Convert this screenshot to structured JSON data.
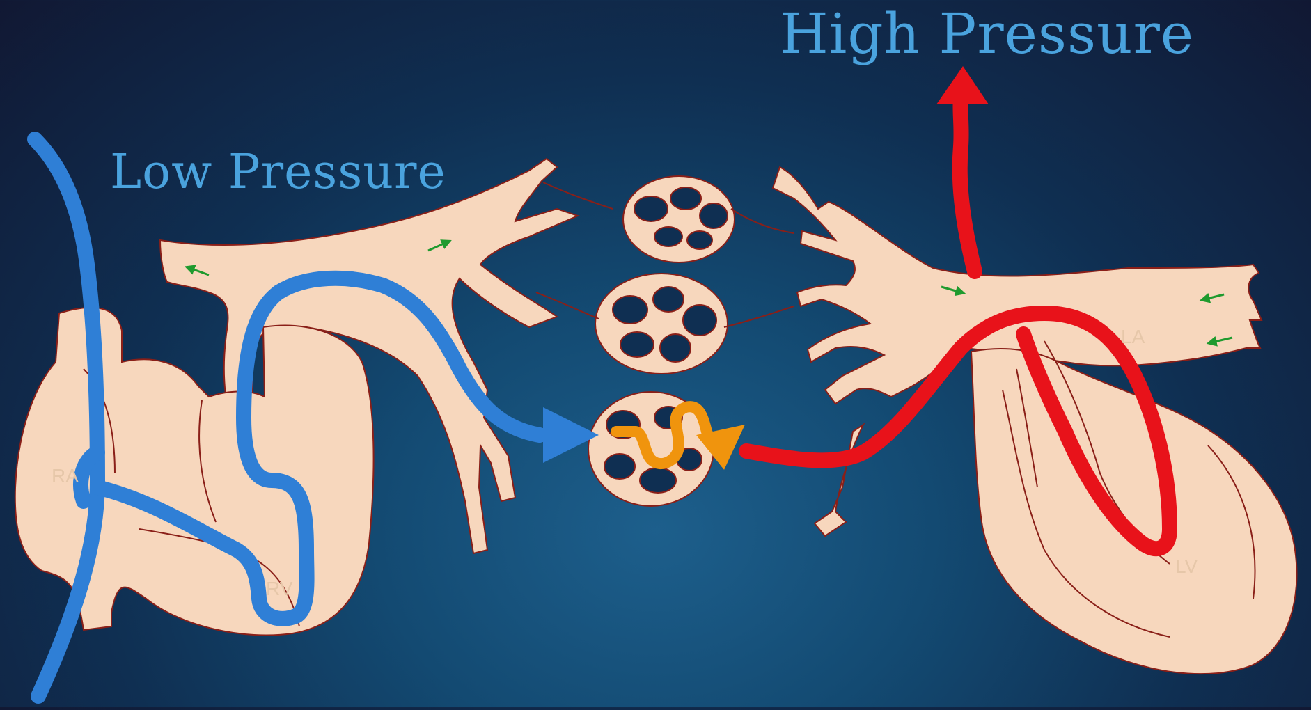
{
  "titles": {
    "high_pressure": "High Pressure",
    "low_pressure": "Low Pressure"
  },
  "chambers": {
    "ra": "RA",
    "rv": "RV",
    "la": "LA",
    "lv": "LV"
  },
  "colors": {
    "background_dark": "#111833",
    "background_light": "#1d5f8c",
    "tissue": "#f7d7bd",
    "tissue_outline": "#8a1f18",
    "deoxygenated_flow": "#2f7fd6",
    "oxygenated_flow": "#e8121a",
    "gas_exchange": "#f0940d",
    "small_arrows": "#1f9a2e",
    "title_text": "#4aa3de"
  }
}
